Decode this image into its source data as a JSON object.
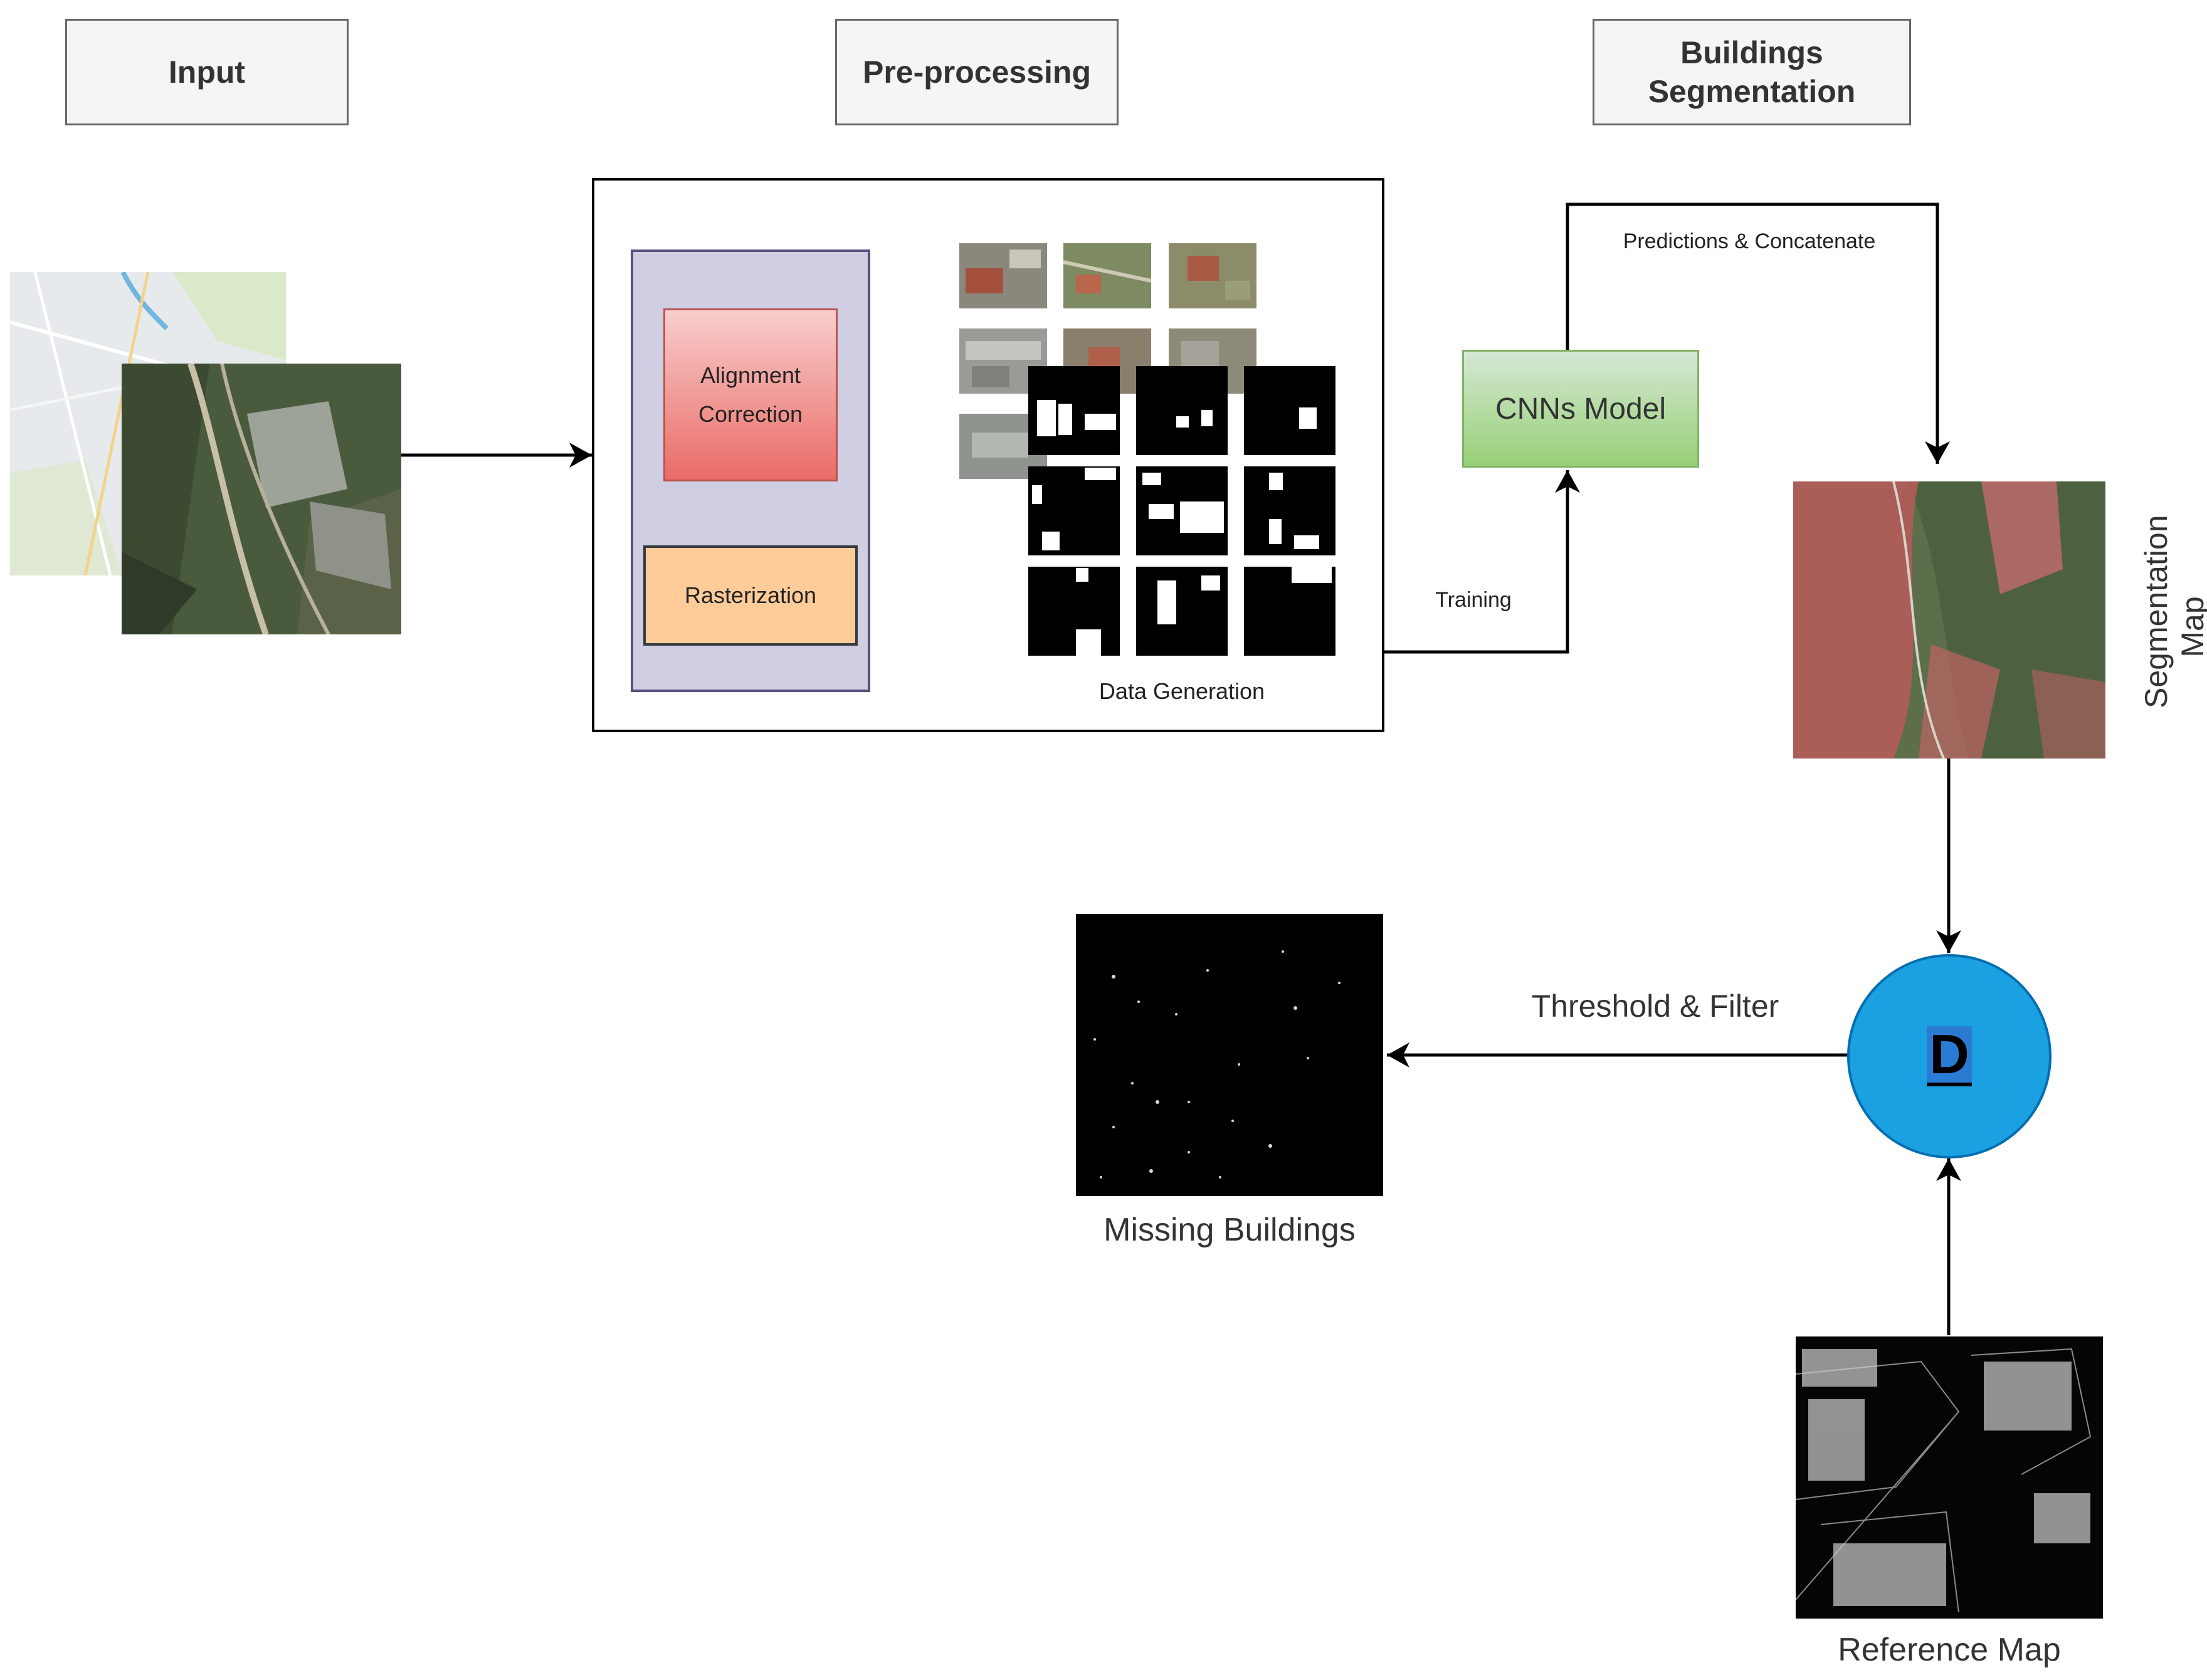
{
  "headers": {
    "input": "Input",
    "preprocessing": "Pre-processing",
    "segmentation": "Buildings\nSegmentation"
  },
  "preprocessing": {
    "alignment": "Alignment\nCorrection",
    "rasterization": "Rasterization",
    "data_generation": "Data Generation"
  },
  "model": {
    "label": "CNNs Model"
  },
  "edges": {
    "training": "Training",
    "predictions": "Predictions & Concatenate",
    "threshold": "Threshold & Filter"
  },
  "outputs": {
    "segmentation_map": "Segmentation\nMap",
    "difference": "D",
    "missing_buildings": "Missing Buildings",
    "reference_map": "Reference Map"
  },
  "colors": {
    "alignment_fill": "#ea6b66",
    "rasterization_fill": "#ffcc99",
    "preprocessing_panel": "#d0cee2",
    "model_fill": "#97d077",
    "difference_node": "#1ba1e2"
  }
}
